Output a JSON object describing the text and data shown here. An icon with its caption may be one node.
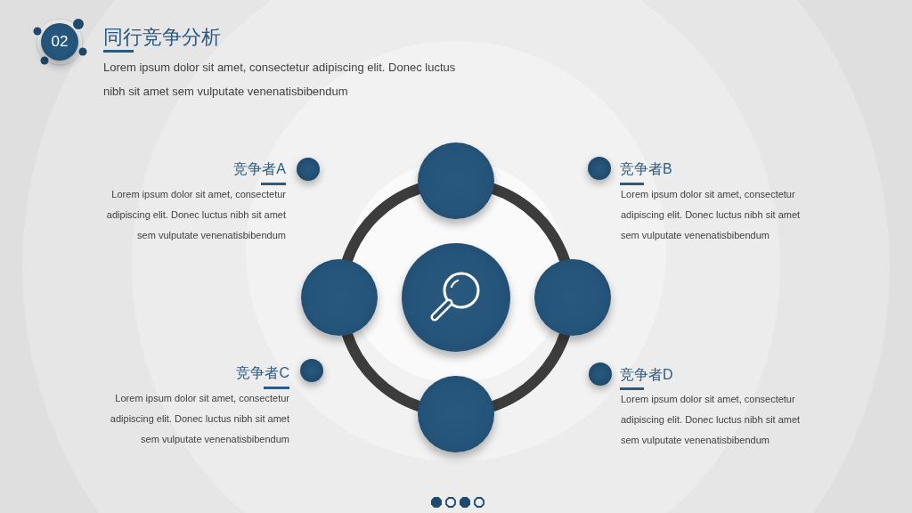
{
  "diagram": {
    "title": "同行竞争分析",
    "nodes": [
      {
        "text": [
          "02"
        ]
      },
      {
        "text": [],
        "shape": "circle"
      },
      {
        "text": [],
        "shape": "circle"
      },
      {
        "text": [],
        "shape": "circle"
      },
      {
        "text": [],
        "shape": "circle"
      },
      {
        "text": [],
        "shape": "circle"
      }
    ],
    "edges": [
      {
        "from": 1,
        "to": 4,
        "arrow": "none"
      },
      {
        "from": 4,
        "to": 5,
        "arrow": "none"
      },
      {
        "from": 5,
        "to": 2,
        "arrow": "none"
      },
      {
        "from": 2,
        "to": 1,
        "arrow": "none"
      }
    ],
    "labels": [
      "Lorem ipsum dolor sit amet, consectetur adipiscing elit. Donec luctus nibh sit amet sem vulputate venenatisbibendum",
      "竞争者A",
      "Lorem ipsum dolor sit amet, consectetur adipiscing elit. Donec luctus nibh sit amet sem vulputate venenatisbibendum",
      "竞争者B",
      "Lorem ipsum dolor sit amet, consectetur adipiscing elit. Donec luctus nibh sit amet sem vulputate venenatisbibendum",
      "竞争者C",
      "Lorem ipsum dolor sit amet, consectetur adipiscing elit. Donec luctus nibh sit amet sem vulputate venenatisbibendum",
      "竞争者D",
      "Lorem ipsum dolor sit amet, consectetur adipiscing elit. Donec luctus nibh sit amet sem vulputate venenatisbibendum"
    ]
  }
}
